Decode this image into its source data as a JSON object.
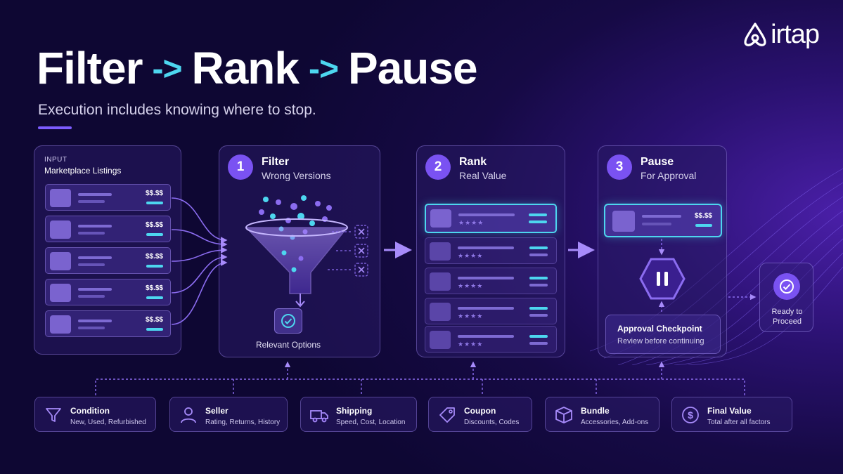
{
  "brand": {
    "logo_text": "irtap"
  },
  "header": {
    "title_part1": "Filter",
    "arrow1": "->",
    "title_part2": "Rank",
    "arrow2": "->",
    "title_part3": "Pause",
    "subtitle": "Execution includes knowing where to stop."
  },
  "input_panel": {
    "caption": "INPUT",
    "title": "Marketplace Listings",
    "listings": [
      {
        "price": "$$.$$"
      },
      {
        "price": "$$.$$"
      },
      {
        "price": "$$.$$"
      },
      {
        "price": "$$.$$"
      },
      {
        "price": "$$.$$"
      }
    ]
  },
  "steps": [
    {
      "number": "1",
      "title": "Filter",
      "subtitle": "Wrong Versions"
    },
    {
      "number": "2",
      "title": "Rank",
      "subtitle": "Real Value"
    },
    {
      "number": "3",
      "title": "Pause",
      "subtitle": "For Approval"
    }
  ],
  "filter_panel": {
    "result_label": "Relevant Options"
  },
  "rank_panel": {
    "stars": "★★★★",
    "rows": 5
  },
  "pause_panel": {
    "price": "$$.$$",
    "checkpoint_title": "Approval Checkpoint",
    "checkpoint_subtitle": "Review before continuing"
  },
  "ready": {
    "label_line1": "Ready to",
    "label_line2": "Proceed"
  },
  "factors": [
    {
      "icon": "funnel-icon",
      "title": "Condition",
      "subtitle": "New, Used, Refurbished"
    },
    {
      "icon": "user-icon",
      "title": "Seller",
      "subtitle": "Rating, Returns, History"
    },
    {
      "icon": "truck-icon",
      "title": "Shipping",
      "subtitle": "Speed, Cost, Location"
    },
    {
      "icon": "tag-icon",
      "title": "Coupon",
      "subtitle": "Discounts, Codes"
    },
    {
      "icon": "box-icon",
      "title": "Bundle",
      "subtitle": "Accessories, Add-ons"
    },
    {
      "icon": "dollar-icon",
      "title": "Final Value",
      "subtitle": "Total after all factors"
    }
  ],
  "colors": {
    "accent_purple": "#7a52f2",
    "accent_cyan": "#4dd6ef",
    "background": "#160a45"
  }
}
